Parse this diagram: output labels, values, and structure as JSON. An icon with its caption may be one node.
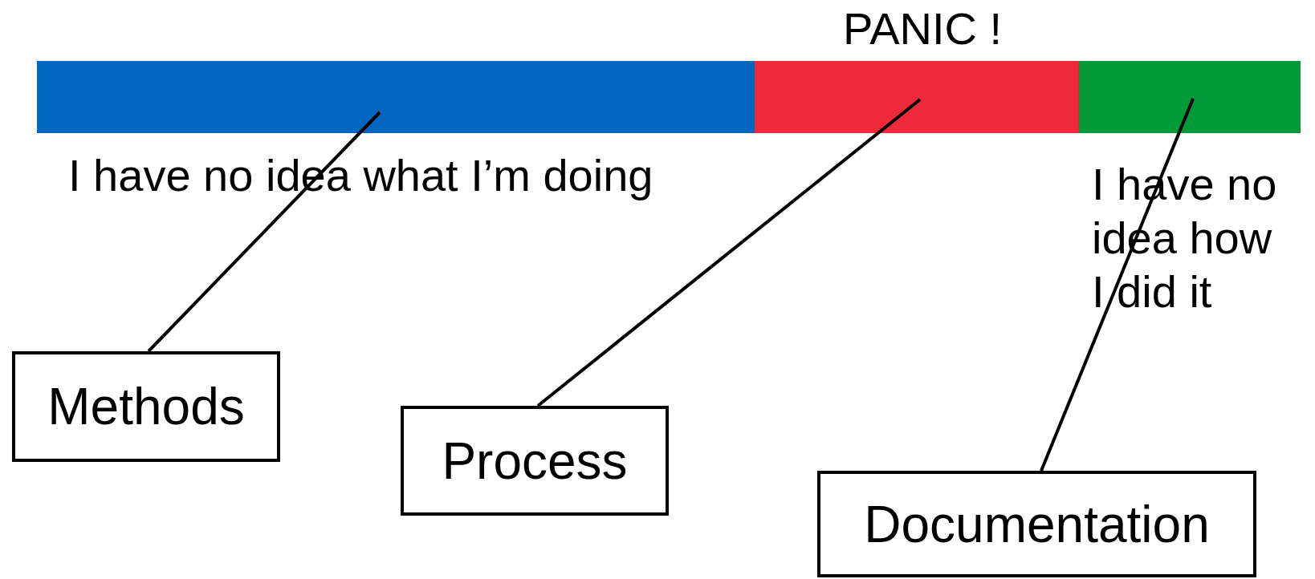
{
  "diagram": {
    "nodes": [
      {
        "text": [],
        "shape": "bar",
        "beside": [
          "I have no idea what I’m doing"
        ]
      },
      {
        "text": [],
        "shape": "bar",
        "beside": [
          "PANIC !"
        ]
      },
      {
        "text": [],
        "shape": "bar",
        "beside": [
          "I have no idea how I did it"
        ]
      },
      {
        "text": [
          "Methods"
        ]
      },
      {
        "text": [
          "Process"
        ]
      },
      {
        "text": [
          "Documentation"
        ]
      }
    ],
    "edges": [
      {
        "from": 3,
        "to": 0,
        "arrow": "none"
      },
      {
        "from": 4,
        "to": 1,
        "arrow": "none"
      },
      {
        "from": 5,
        "to": 2,
        "arrow": "none"
      }
    ]
  }
}
